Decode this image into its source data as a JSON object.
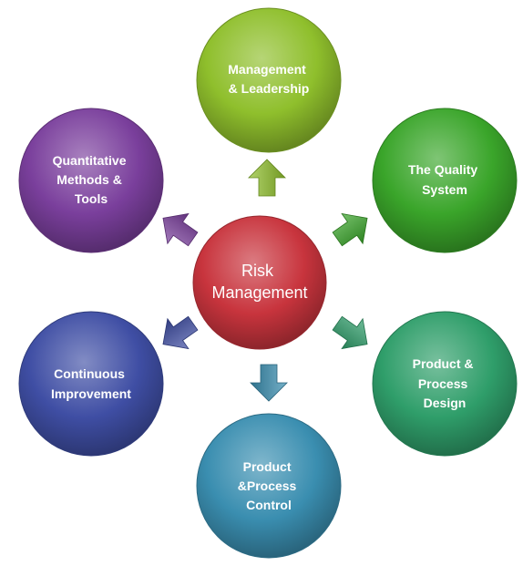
{
  "center": {
    "lines": [
      "Risk",
      "Management"
    ],
    "color": "#c8343d"
  },
  "nodes": [
    {
      "id": "management-leadership",
      "lines": [
        "Management",
        "& Leadership"
      ],
      "color": "#8fbf2c"
    },
    {
      "id": "quality-system",
      "lines": [
        "The Quality",
        "System"
      ],
      "color": "#3aa52a"
    },
    {
      "id": "product-process-design",
      "lines": [
        "Product &",
        "Process",
        "Design"
      ],
      "color": "#2f9e6a"
    },
    {
      "id": "product-process-control",
      "lines": [
        "Product",
        "&Process",
        "Control"
      ],
      "color": "#3a8eb0"
    },
    {
      "id": "continuous-improvement",
      "lines": [
        "Continuous",
        "Improvement"
      ],
      "color": "#3f4ea4"
    },
    {
      "id": "quantitative-methods-tools",
      "lines": [
        "Quantitative",
        "Methods &",
        "Tools"
      ],
      "color": "#7a3f9c"
    }
  ]
}
